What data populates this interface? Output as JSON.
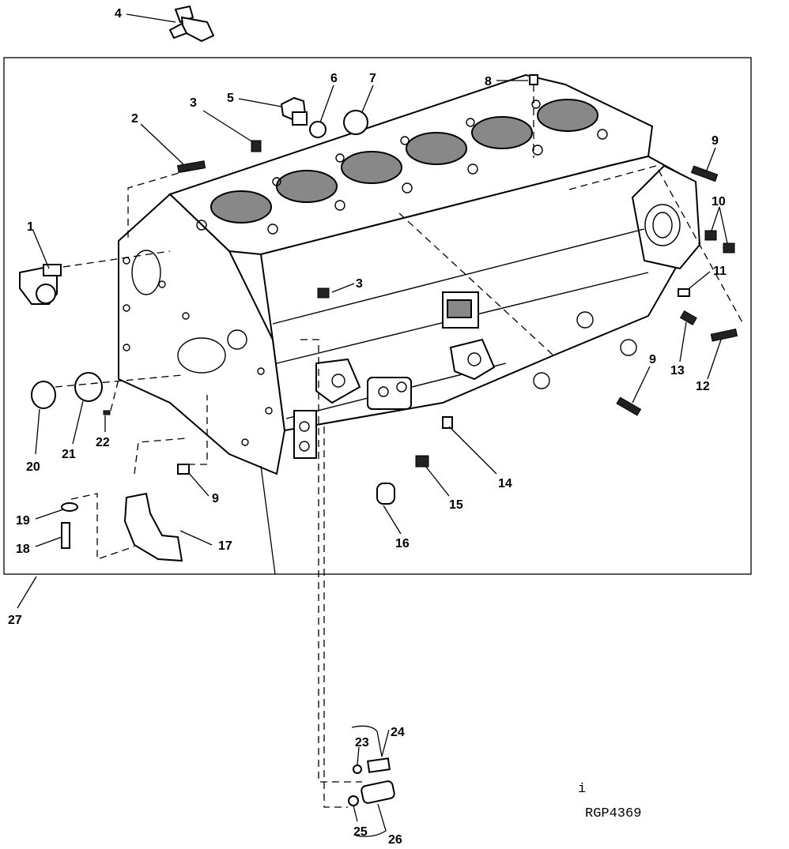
{
  "drawing_code": "RGP4369",
  "corner_mark": "i",
  "callouts": [
    {
      "id": "c1",
      "label": "1"
    },
    {
      "id": "c2",
      "label": "2"
    },
    {
      "id": "c3a",
      "label": "3"
    },
    {
      "id": "c3b",
      "label": "3"
    },
    {
      "id": "c4",
      "label": "4"
    },
    {
      "id": "c5",
      "label": "5"
    },
    {
      "id": "c6",
      "label": "6"
    },
    {
      "id": "c7",
      "label": "7"
    },
    {
      "id": "c8",
      "label": "8"
    },
    {
      "id": "c9a",
      "label": "9"
    },
    {
      "id": "c9b",
      "label": "9"
    },
    {
      "id": "c9c",
      "label": "9"
    },
    {
      "id": "c10",
      "label": "10"
    },
    {
      "id": "c11",
      "label": "11"
    },
    {
      "id": "c12",
      "label": "12"
    },
    {
      "id": "c13",
      "label": "13"
    },
    {
      "id": "c14",
      "label": "14"
    },
    {
      "id": "c15",
      "label": "15"
    },
    {
      "id": "c16",
      "label": "16"
    },
    {
      "id": "c17",
      "label": "17"
    },
    {
      "id": "c18",
      "label": "18"
    },
    {
      "id": "c19",
      "label": "19"
    },
    {
      "id": "c20",
      "label": "20"
    },
    {
      "id": "c21",
      "label": "21"
    },
    {
      "id": "c22",
      "label": "22"
    },
    {
      "id": "c23",
      "label": "23"
    },
    {
      "id": "c24",
      "label": "24"
    },
    {
      "id": "c25",
      "label": "25"
    },
    {
      "id": "c26",
      "label": "26"
    },
    {
      "id": "c27",
      "label": "27"
    }
  ]
}
